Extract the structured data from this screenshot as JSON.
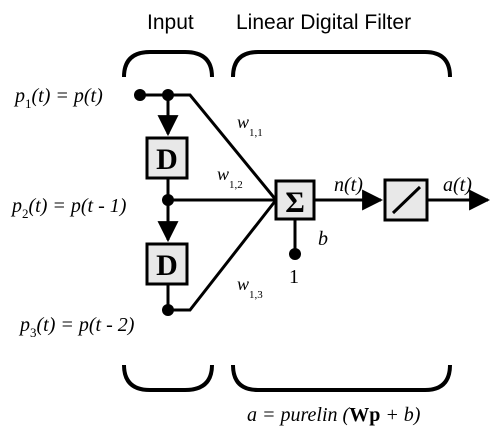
{
  "headers": {
    "input": "Input",
    "filter": "Linear  Digital Filter"
  },
  "inputs": [
    {
      "lhs_base": "p",
      "lhs_sub": "1",
      "rhs": "(t) = p(t)"
    },
    {
      "lhs_base": "p",
      "lhs_sub": "2",
      "rhs": "(t) = p(t - 1)"
    },
    {
      "lhs_base": "p",
      "lhs_sub": "3",
      "rhs": "(t) = p(t - 2)"
    }
  ],
  "delay_label": "D",
  "weights": [
    {
      "base": "w",
      "sub": "1,1"
    },
    {
      "base": "w",
      "sub": "1,2"
    },
    {
      "base": "w",
      "sub": "1,3"
    }
  ],
  "sum_symbol": "Σ",
  "bias_label": "b",
  "bias_input": "1",
  "net_input": "n(t)",
  "output": "a(t)",
  "equation": {
    "prefix": "a = purelin (",
    "bold": "Wp",
    "suffix": " + b)"
  },
  "colors": {
    "ink": "#000000",
    "box_fill": "#e8e8e8",
    "background": "#ffffff"
  }
}
